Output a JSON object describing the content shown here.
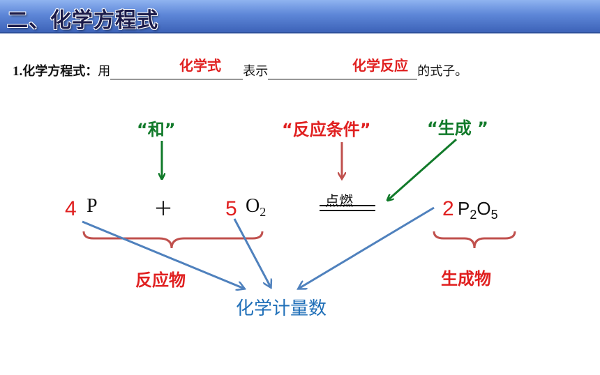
{
  "header": {
    "title": "二、化学方程式"
  },
  "definition": {
    "number": "1.",
    "term": "化学方程式：",
    "text_a": "用",
    "text_b": "表示",
    "text_c": "的式子。",
    "answer_1": "化学式",
    "answer_2": "化学反应"
  },
  "labels": {
    "and": "“和”",
    "condition": "“反应条件”",
    "produce": "“生成 ”",
    "reactants": "反应物",
    "products": "生成物",
    "coefficients": "化学计量数"
  },
  "equation": {
    "coef_p": "4",
    "p": "P",
    "plus": "＋",
    "coef_o2": "5",
    "o": "O",
    "o_sub": "2",
    "condition": "点燃",
    "coef_p2o5": "2",
    "p2o5_p": "P",
    "p2o5_sub1": "2",
    "p2o5_o": "O",
    "p2o5_sub2": "5"
  },
  "colors": {
    "red": "#e02020",
    "green": "#117a2a",
    "blue": "#1f6fb8",
    "brace": "#c0504d",
    "arrow_blue": "#4f81bd",
    "arrow_red": "#c0504d"
  }
}
